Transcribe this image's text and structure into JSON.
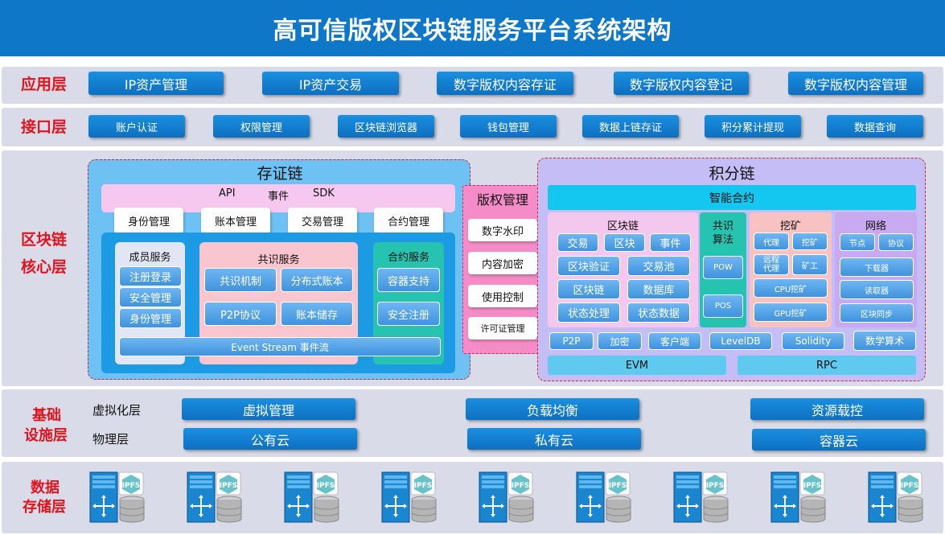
{
  "title": "高可信版权区块链服务平台系统架构",
  "application_layer": {
    "label": "应用层",
    "items": [
      "IP资产管理",
      "IP资产交易",
      "数字版权内容存证",
      "数字版权内容登记",
      "数字版权内容管理"
    ]
  },
  "interface_layer": {
    "label": "接口层",
    "items": [
      "账户认证",
      "权限管理",
      "区块链浏览器",
      "钱包管理",
      "数据上链存证",
      "积分累计提现",
      "数据查询"
    ]
  },
  "core_layer": {
    "label_line1": "区块链",
    "label_line2": "核心层",
    "evidence_chain": {
      "title": "存证链",
      "api_bar": {
        "api": "API",
        "event": "事件",
        "sdk": "SDK"
      },
      "top_items": [
        "身份管理",
        "账本管理",
        "交易管理",
        "合约管理"
      ],
      "member_service": {
        "title": "成员服务",
        "items": [
          "注册登录",
          "安全管理",
          "身份管理"
        ]
      },
      "consensus_service": {
        "title": "共识服务",
        "items": [
          "共识机制",
          "分布式账本",
          "P2P协议",
          "账本储存"
        ]
      },
      "contract_service": {
        "title": "合约服务",
        "items": [
          "容器支持",
          "安全注册"
        ]
      },
      "event_stream": "Event Stream 事件流"
    },
    "copyright_mgmt": {
      "title": "版权管理",
      "items": [
        "数字水印",
        "内容加密",
        "使用控制",
        "许可证管理"
      ]
    },
    "points_chain": {
      "title": "积分链",
      "smart_contract": "智能合约",
      "blockchain": {
        "title": "区块链",
        "row1": [
          "交易",
          "区块",
          "事件"
        ],
        "row2": [
          "区块验证",
          "交易池"
        ],
        "row3": [
          "区块链",
          "数据库"
        ],
        "row4": [
          "状态处理",
          "状态数据"
        ]
      },
      "consensus": {
        "title_line1": "共识",
        "title_line2": "算法",
        "items": [
          "POW",
          "POS"
        ]
      },
      "mining": {
        "title": "挖矿",
        "row1": [
          "代理",
          "挖矿"
        ],
        "row2_a": "远程",
        "row2_b": "代理",
        "row2_c": "矿工",
        "row3": "CPU挖矿",
        "row4": "GPU挖矿"
      },
      "network": {
        "title": "网络",
        "row1": [
          "节点",
          "协议"
        ],
        "items": [
          "下载器",
          "读取器",
          "区块同步"
        ]
      },
      "bottom_row": [
        "P2P",
        "加密",
        "客户端",
        "LevelDB",
        "Solidity",
        "数学算术"
      ],
      "evm": "EVM",
      "rpc": "RPC"
    }
  },
  "infra_layer": {
    "label_line1": "基础",
    "label_line2": "设施层",
    "virtualization": {
      "label": "虚拟化层",
      "items": [
        "虚拟管理",
        "负载均衡",
        "资源载控"
      ]
    },
    "physical": {
      "label": "物理层",
      "items": [
        "公有云",
        "私有云",
        "容器云"
      ]
    }
  },
  "storage_layer": {
    "label_line1": "数据",
    "label_line2": "存储层",
    "node_badge": "IPFS",
    "node_count": 9
  },
  "colors": {
    "title_bar": "#0f77c8",
    "button_blue": "#1b8fe0",
    "layer_label": "#e0141e",
    "band": "#d9dbe8",
    "evidence_chain_bg": "#6ec1f3",
    "points_chain_bg": "#c5bdf5",
    "copyright_bg": "#f58cc8",
    "smart_contract": "#14c7f0"
  }
}
